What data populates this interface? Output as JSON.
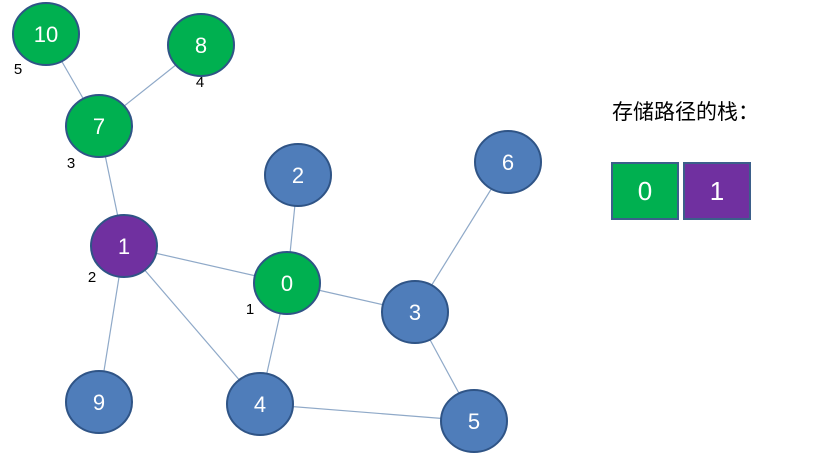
{
  "colors": {
    "unvisited": "#4f7dba",
    "visited": "#00b050",
    "current": "#7030a0",
    "stroke": "#2f5486",
    "edge": "#8fa9c8"
  },
  "graph": {
    "nodes": [
      {
        "id": "10",
        "state": "visited",
        "order": "5"
      },
      {
        "id": "8",
        "state": "visited",
        "order": "4"
      },
      {
        "id": "7",
        "state": "visited",
        "order": "3"
      },
      {
        "id": "1",
        "state": "current",
        "order": "2"
      },
      {
        "id": "2",
        "state": "unvisited",
        "order": ""
      },
      {
        "id": "0",
        "state": "visited",
        "order": "1"
      },
      {
        "id": "6",
        "state": "unvisited",
        "order": ""
      },
      {
        "id": "3",
        "state": "unvisited",
        "order": ""
      },
      {
        "id": "9",
        "state": "unvisited",
        "order": ""
      },
      {
        "id": "4",
        "state": "unvisited",
        "order": ""
      },
      {
        "id": "5",
        "state": "unvisited",
        "order": ""
      }
    ],
    "edges": [
      [
        "10",
        "7"
      ],
      [
        "8",
        "7"
      ],
      [
        "7",
        "1"
      ],
      [
        "1",
        "0"
      ],
      [
        "1",
        "9"
      ],
      [
        "1",
        "4"
      ],
      [
        "2",
        "0"
      ],
      [
        "0",
        "4"
      ],
      [
        "0",
        "3"
      ],
      [
        "6",
        "3"
      ],
      [
        "3",
        "5"
      ],
      [
        "4",
        "5"
      ]
    ]
  },
  "stack": {
    "title": "存储路径的栈：",
    "cells": [
      {
        "value": "0",
        "state": "visited"
      },
      {
        "value": "1",
        "state": "current"
      }
    ]
  }
}
